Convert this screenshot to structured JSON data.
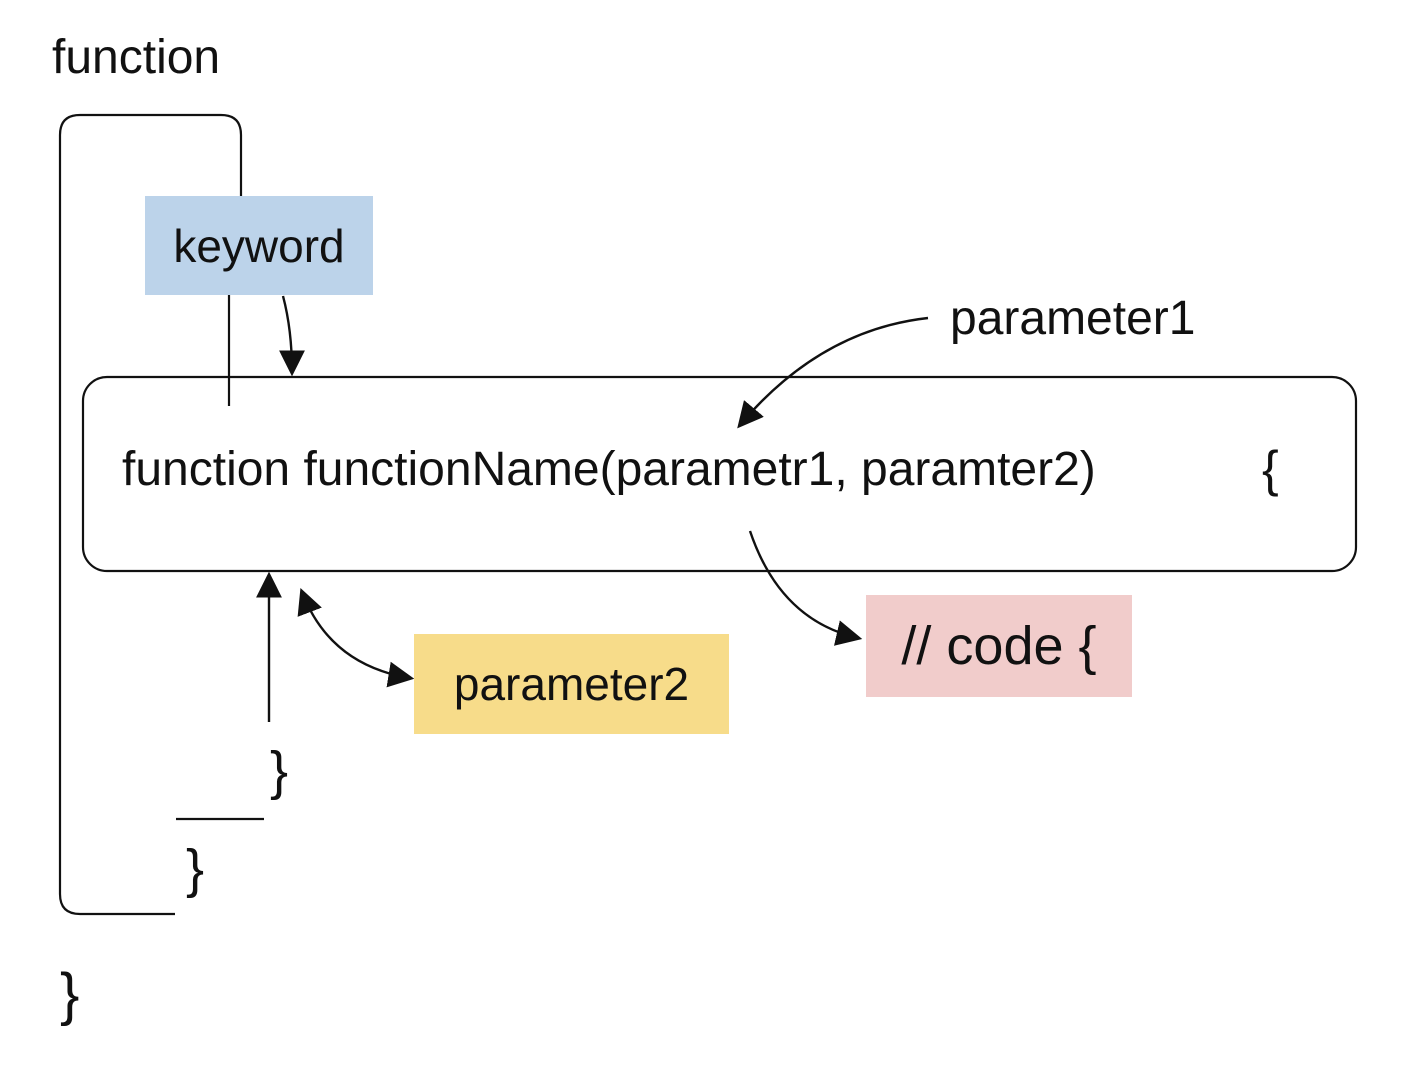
{
  "diagram": {
    "heading": "function",
    "signature": "function functionName(parametr1, paramter2)",
    "open_brace": "{",
    "labels": {
      "keyword": "keyword",
      "parameter1": "parameter1",
      "parameter2": "parameter2",
      "code": "// code {"
    },
    "closing_braces": {
      "inner": "}",
      "middle": "}",
      "outer": "}"
    }
  },
  "colors": {
    "keyword_fill": "#bcd3ea",
    "parameter2_fill": "#f7dc8a",
    "code_fill": "#f1cccb",
    "line": "#111111",
    "background": "#ffffff"
  }
}
